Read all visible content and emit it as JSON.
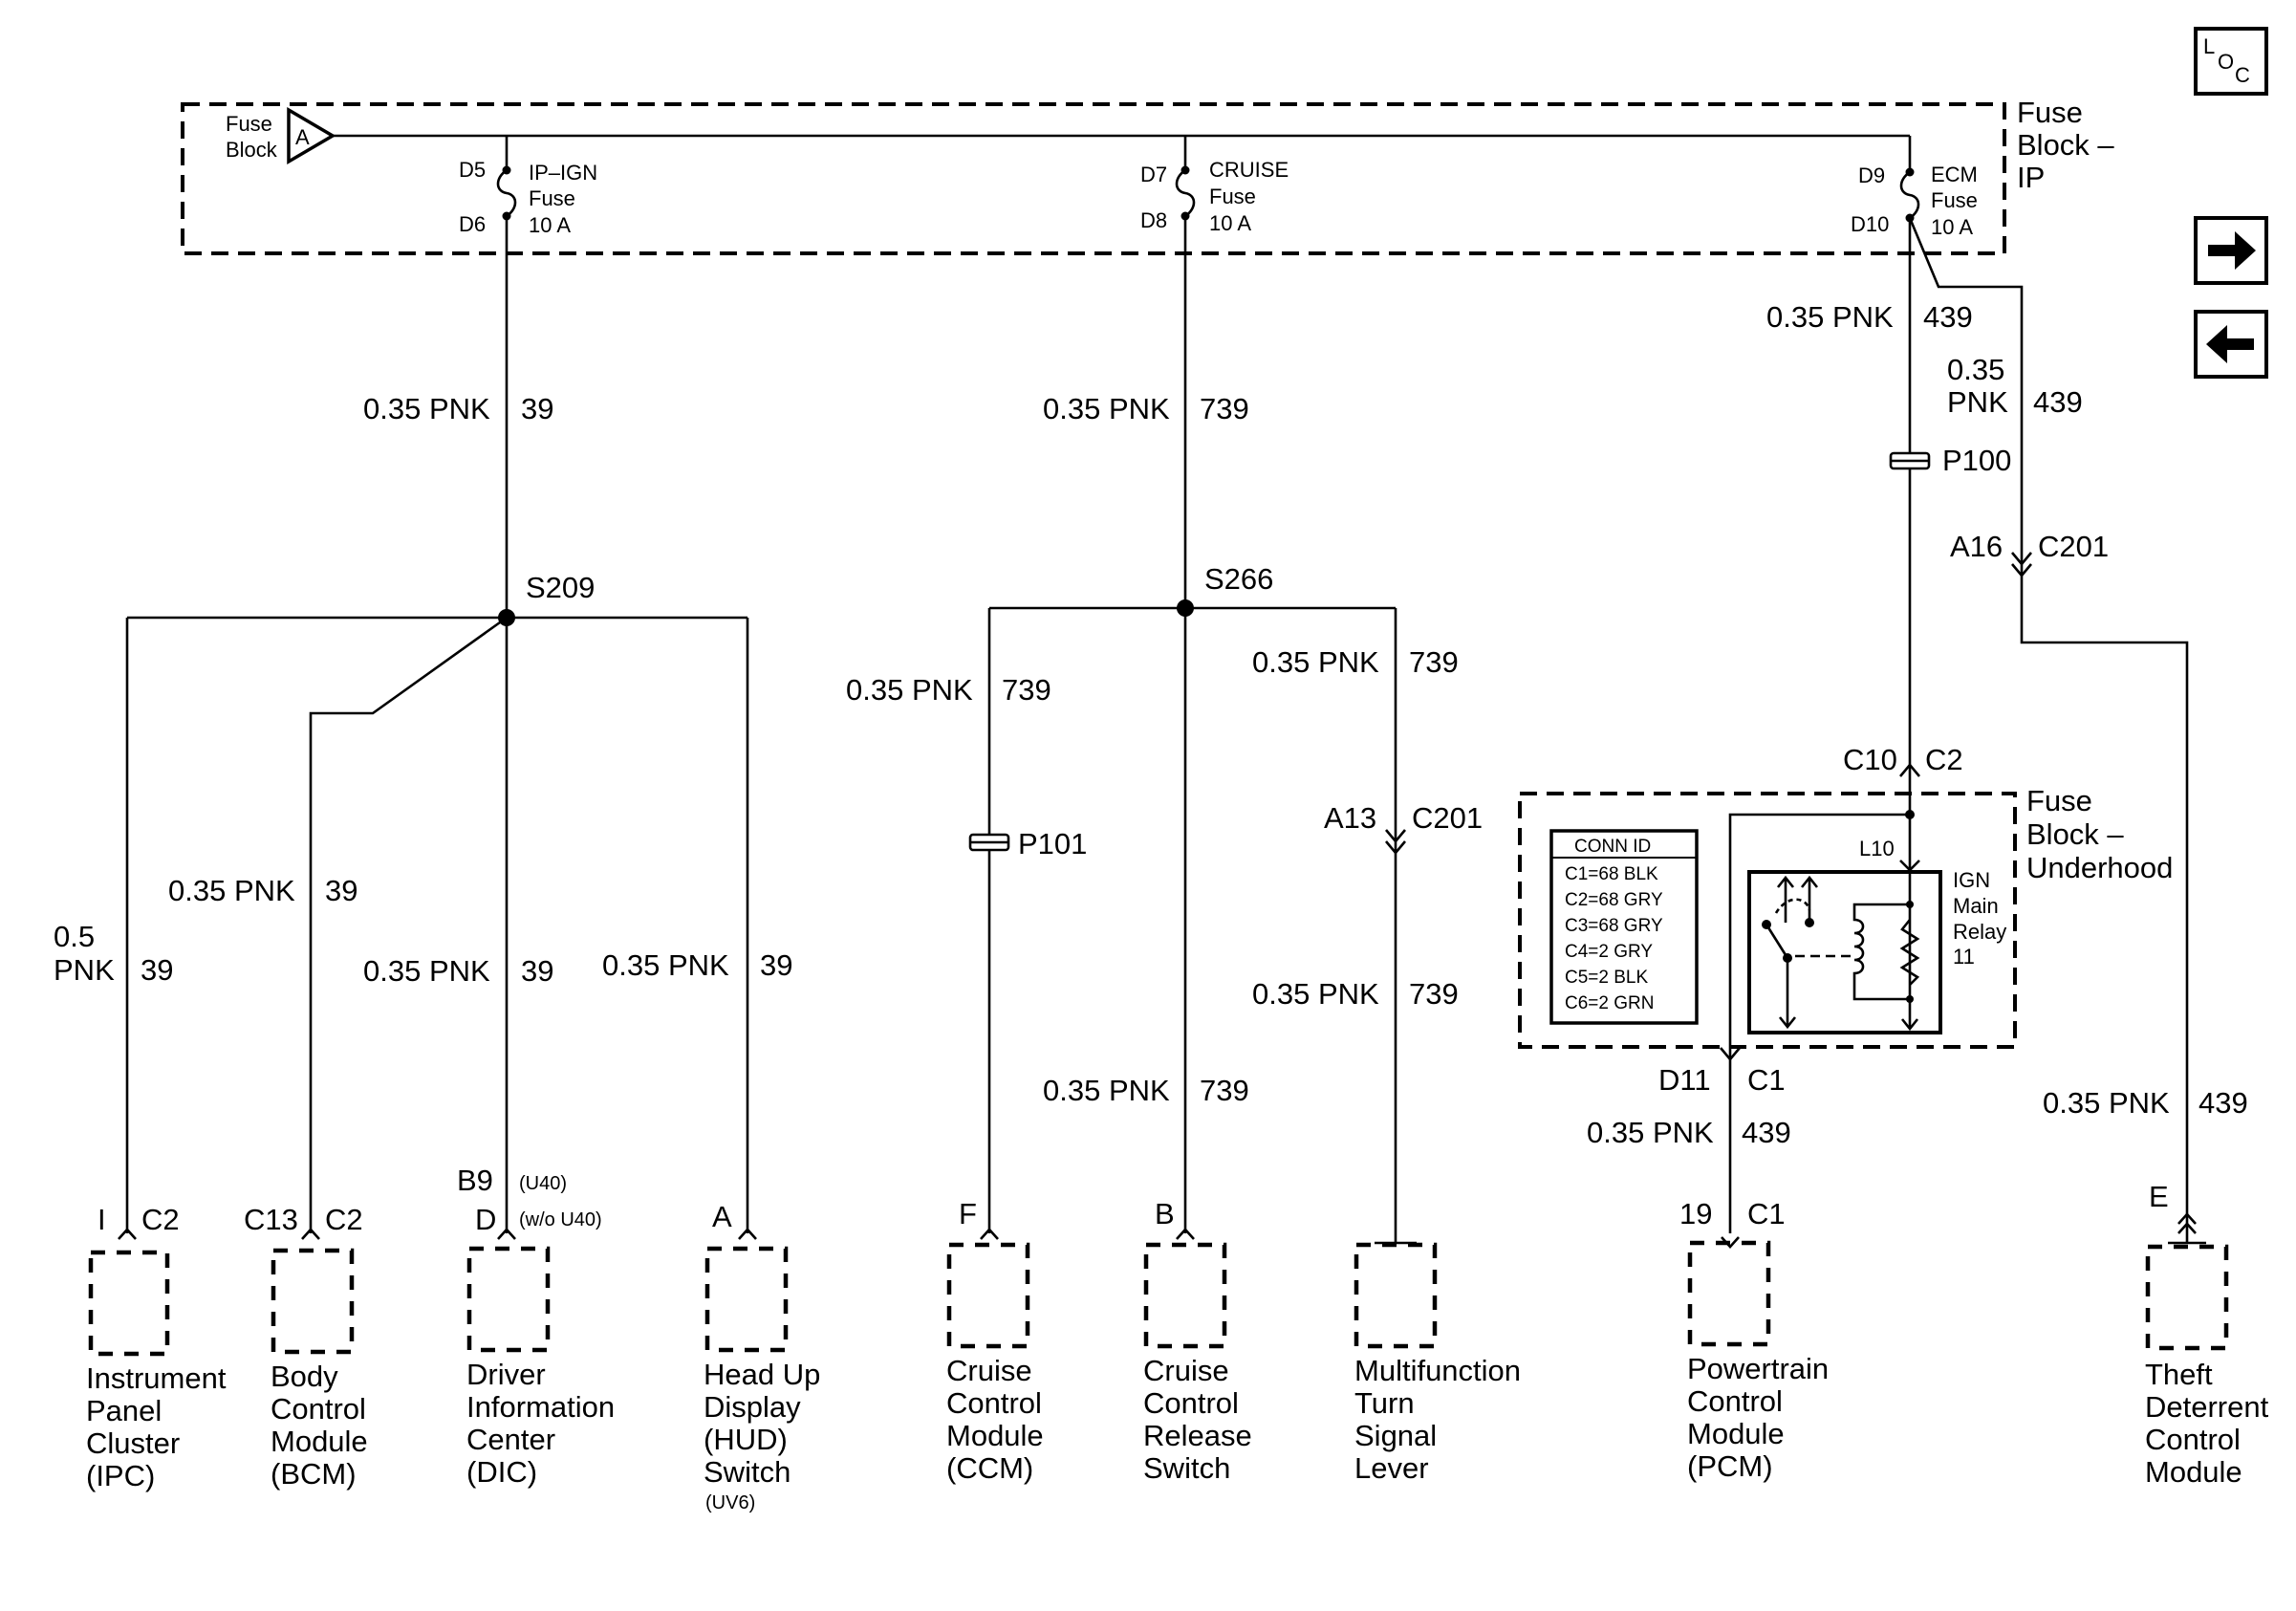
{
  "nav": {
    "loc_l": "L",
    "loc_o": "O",
    "loc_c": "C"
  },
  "fuse_block_ip": {
    "label_line1": "Fuse",
    "label_line2": "Block –",
    "label_line3": "IP",
    "feed_label_line1": "Fuse",
    "feed_label_line2": "Block",
    "feed_connector": "A"
  },
  "fuses": [
    {
      "in_pin": "D5",
      "out_pin": "D6",
      "name": "IP–IGN",
      "type": "Fuse",
      "rating": "10 A"
    },
    {
      "in_pin": "D7",
      "out_pin": "D8",
      "name": "CRUISE",
      "type": "Fuse",
      "rating": "10 A"
    },
    {
      "in_pin": "D9",
      "out_pin": "D10",
      "name": "ECM",
      "type": "Fuse",
      "rating": "10 A"
    }
  ],
  "wire_labels": {
    "ipign_main": {
      "gauge": "0.35 PNK",
      "circuit": "39"
    },
    "cruise_main": {
      "gauge": "0.35 PNK",
      "circuit": "739"
    },
    "ecm_main": {
      "gauge": "0.35 PNK",
      "circuit": "439"
    },
    "ecm_branch": {
      "gauge_line1": "0.35",
      "gauge_line2": "PNK",
      "circuit": "439"
    },
    "ipc": {
      "gauge_line1": "0.5",
      "gauge_line2": "PNK",
      "circuit": "39"
    },
    "bcm": {
      "gauge": "0.35 PNK",
      "circuit": "39"
    },
    "dic": {
      "gauge": "0.35 PNK",
      "circuit": "39"
    },
    "hud": {
      "gauge": "0.35 PNK",
      "circuit": "39"
    },
    "ccm": {
      "gauge": "0.35 PNK",
      "circuit": "739"
    },
    "ccrs": {
      "gauge": "0.35 PNK",
      "circuit": "739"
    },
    "turn_upper": {
      "gauge": "0.35 PNK",
      "circuit": "739"
    },
    "turn_lower": {
      "gauge": "0.35 PNK",
      "circuit": "739"
    },
    "pcm": {
      "gauge": "0.35 PNK",
      "circuit": "439"
    },
    "tdcm": {
      "gauge": "0.35 PNK",
      "circuit": "439"
    }
  },
  "splices": {
    "s209": "S209",
    "s266": "S266"
  },
  "inline_connectors": {
    "p100": "P100",
    "p101": "P101",
    "c201_ecm_pin": "A16",
    "c201_ecm_name": "C201",
    "c201_turn_pin": "A13",
    "c201_turn_name": "C201",
    "relay_in_pin": "C10",
    "relay_in_conn": "C2",
    "relay_out_pin": "D11",
    "relay_out_conn": "C1"
  },
  "fuse_block_underhood": {
    "label_line1": "Fuse",
    "label_line2": "Block –",
    "label_line3": "Underhood",
    "conn_id_title": "CONN ID",
    "conn_ids": [
      "C1=68 BLK",
      "C2=68 GRY",
      "C3=68 GRY",
      "C4=2 GRY",
      "C5=2 BLK",
      "C6=2 GRN"
    ],
    "relay_pin": "L10",
    "relay_name_line1": "IGN",
    "relay_name_line2": "Main",
    "relay_name_line3": "Relay",
    "relay_number": "11"
  },
  "components": [
    {
      "pin": "I",
      "conn": "C2",
      "lines": [
        "Instrument",
        "Panel",
        "Cluster",
        "(IPC)"
      ]
    },
    {
      "pin": "C13",
      "conn": "C2",
      "lines": [
        "Body",
        "Control",
        "Module",
        "(BCM)"
      ]
    },
    {
      "pin": "B9",
      "pin_note": "(U40)",
      "pin2": "D",
      "pin2_note": "(w/o U40)",
      "lines": [
        "Driver",
        "Information",
        "Center",
        "(DIC)"
      ]
    },
    {
      "pin": "A",
      "lines": [
        "Head Up",
        "Display",
        "(HUD)",
        "Switch"
      ],
      "note": "(UV6)"
    },
    {
      "pin": "F",
      "lines": [
        "Cruise",
        "Control",
        "Module",
        "(CCM)"
      ]
    },
    {
      "pin": "B",
      "lines": [
        "Cruise",
        "Control",
        "Release",
        "Switch"
      ]
    },
    {
      "lines": [
        "Multifunction",
        "Turn",
        "Signal",
        "Lever"
      ]
    },
    {
      "pin": "19",
      "conn": "C1",
      "lines": [
        "Powertrain",
        "Control",
        "Module",
        "(PCM)"
      ]
    },
    {
      "pin": "E",
      "lines": [
        "Theft",
        "Deterrent",
        "Control",
        "Module"
      ]
    }
  ]
}
